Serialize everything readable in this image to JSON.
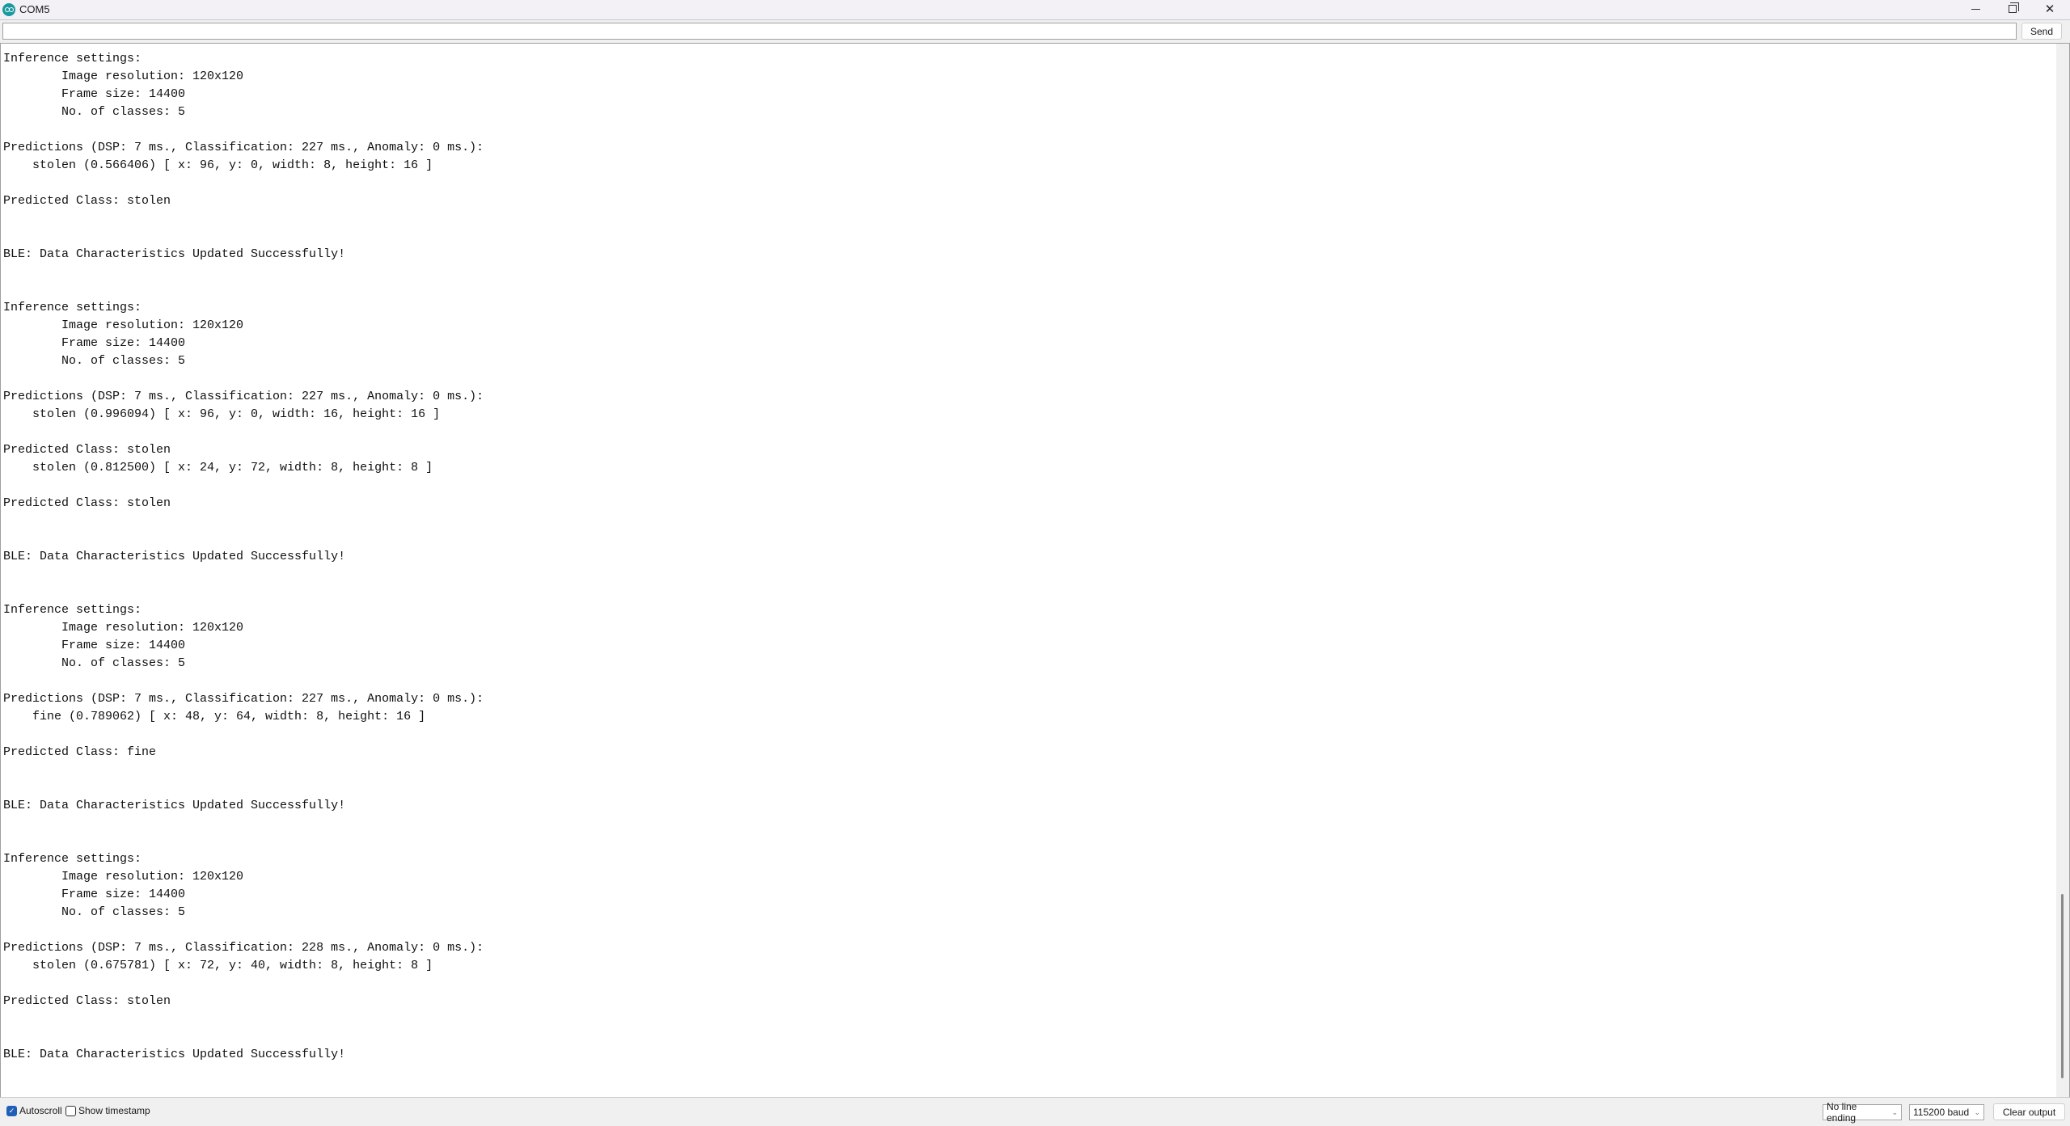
{
  "window": {
    "title": "COM5",
    "icon": "arduino-icon",
    "controls": {
      "minimize": "minimize",
      "maximize": "restore",
      "close": "close"
    }
  },
  "send_bar": {
    "input_value": "",
    "input_placeholder": "",
    "send_label": "Send"
  },
  "output": {
    "lines": [
      "Inference settings:",
      "\tImage resolution: 120x120",
      "\tFrame size: 14400",
      "\tNo. of classes: 5",
      "",
      "Predictions (DSP: 7 ms., Classification: 227 ms., Anomaly: 0 ms.):",
      "    stolen (0.566406) [ x: 96, y: 0, width: 8, height: 16 ]",
      "",
      "Predicted Class: stolen",
      "",
      "",
      "BLE: Data Characteristics Updated Successfully!",
      "",
      "",
      "Inference settings:",
      "\tImage resolution: 120x120",
      "\tFrame size: 14400",
      "\tNo. of classes: 5",
      "",
      "Predictions (DSP: 7 ms., Classification: 227 ms., Anomaly: 0 ms.):",
      "    stolen (0.996094) [ x: 96, y: 0, width: 16, height: 16 ]",
      "",
      "Predicted Class: stolen",
      "    stolen (0.812500) [ x: 24, y: 72, width: 8, height: 8 ]",
      "",
      "Predicted Class: stolen",
      "",
      "",
      "BLE: Data Characteristics Updated Successfully!",
      "",
      "",
      "Inference settings:",
      "\tImage resolution: 120x120",
      "\tFrame size: 14400",
      "\tNo. of classes: 5",
      "",
      "Predictions (DSP: 7 ms., Classification: 227 ms., Anomaly: 0 ms.):",
      "    fine (0.789062) [ x: 48, y: 64, width: 8, height: 16 ]",
      "",
      "Predicted Class: fine",
      "",
      "",
      "BLE: Data Characteristics Updated Successfully!",
      "",
      "",
      "Inference settings:",
      "\tImage resolution: 120x120",
      "\tFrame size: 14400",
      "\tNo. of classes: 5",
      "",
      "Predictions (DSP: 7 ms., Classification: 228 ms., Anomaly: 0 ms.):",
      "    stolen (0.675781) [ x: 72, y: 40, width: 8, height: 8 ]",
      "",
      "Predicted Class: stolen",
      "",
      "",
      "BLE: Data Characteristics Updated Successfully!"
    ]
  },
  "status_bar": {
    "autoscroll_label": "Autoscroll",
    "autoscroll_checked": true,
    "timestamp_label": "Show timestamp",
    "timestamp_checked": false,
    "line_ending": "No line ending",
    "baud_rate": "115200 baud",
    "clear_label": "Clear output"
  },
  "colors": {
    "accent": "#1f5fb8",
    "arduino_teal": "#1a9aa0"
  }
}
